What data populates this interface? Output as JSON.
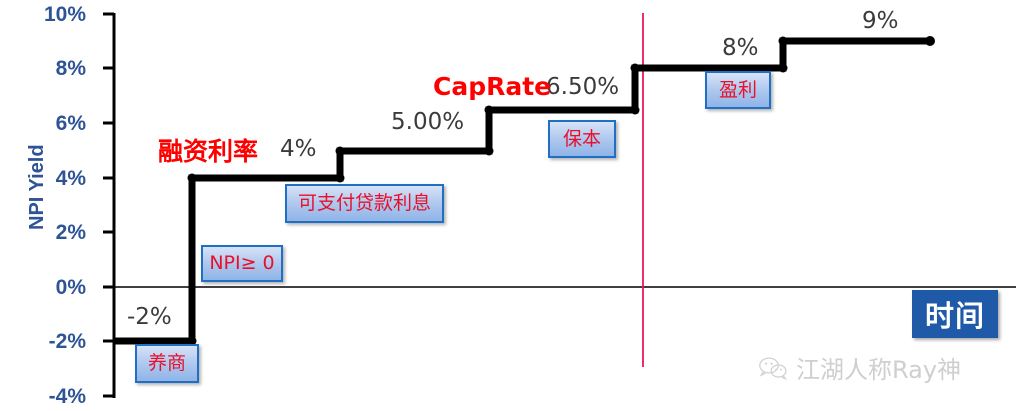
{
  "chart_data": {
    "type": "line",
    "subtype": "step",
    "title": "",
    "xlabel": "时间",
    "ylabel": "NPI Yield",
    "ylim": [
      -4,
      10
    ],
    "ytick_labels": [
      "10%",
      "8%",
      "6%",
      "4%",
      "2%",
      "0%",
      "-2%",
      "-4%"
    ],
    "ytick_values": [
      10,
      8,
      6,
      4,
      2,
      0,
      -2,
      -4
    ],
    "grid": false,
    "legend": "none",
    "zero_line": true,
    "steps": [
      {
        "label": "-2%",
        "value": -2.0,
        "stage": "养商"
      },
      {
        "label": "4%",
        "value": 4.0,
        "stage": "可支付贷款利息"
      },
      {
        "label": "5.00%",
        "value": 5.0,
        "stage": "可支付贷款利息"
      },
      {
        "label": "6.50%",
        "value": 6.5,
        "stage": "保本"
      },
      {
        "label": "8%",
        "value": 8.0,
        "stage": "盈利"
      },
      {
        "label": "9%",
        "value": 9.0,
        "stage": "盈利"
      }
    ],
    "threshold_markers": [
      {
        "name": "融资利率",
        "value": 4.0,
        "color": "#FF0000"
      },
      {
        "name": "CapRate",
        "value": 6.5,
        "color": "#FF0000"
      }
    ],
    "divider_line": {
      "color": "#E8175D",
      "orientation": "vertical"
    }
  },
  "axis": {
    "y_label": "NPI Yield",
    "ticks": [
      "10%",
      "8%",
      "6%",
      "4%",
      "2%",
      "0%",
      "-2%",
      "-4%"
    ]
  },
  "value_labels": {
    "neg_two": "-2%",
    "four": "4%",
    "five": "5.00%",
    "six_five": "6.50%",
    "eight": "8%",
    "nine": "9%"
  },
  "annotations": {
    "financing_rate": "融资利率",
    "cap_rate": "CapRate"
  },
  "callouts": [
    {
      "id": "yang-shang",
      "text": "养商"
    },
    {
      "id": "npi-ge-zero",
      "text": "NPI≥ 0"
    },
    {
      "id": "pay-loan-interest",
      "text": "可支付贷款利息"
    },
    {
      "id": "break-even",
      "text": "保本"
    },
    {
      "id": "profit",
      "text": "盈利"
    }
  ],
  "time_box": {
    "label": "时间"
  },
  "watermark": {
    "text": "江湖人称Ray神",
    "icon": "wechat-icon"
  },
  "colors": {
    "axis_text": "#2E5496",
    "line": "#000000",
    "annotation_red": "#FF0000",
    "callout_text": "#E8102B",
    "callout_border": "#1F6FC4",
    "divider": "#E8175D",
    "time_box_bg": "#1F5AA8"
  }
}
